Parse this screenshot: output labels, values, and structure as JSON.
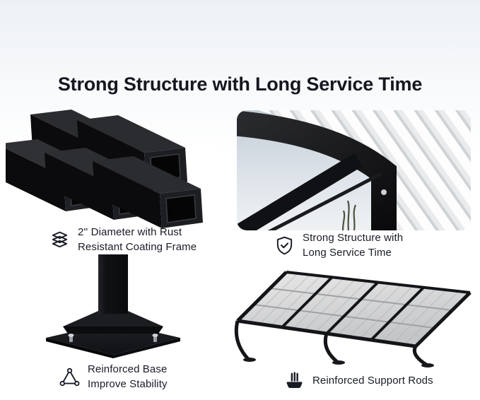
{
  "title": "Strong Structure with Long Service Time",
  "features": [
    {
      "id": "frame",
      "icon": "layers-icon",
      "lines": [
        "2'' Diameter with Rust",
        "Resistant Coating Frame"
      ]
    },
    {
      "id": "structure",
      "icon": "shield-check-icon",
      "lines": [
        "Strong Structure with",
        "Long Service Time"
      ]
    },
    {
      "id": "base",
      "icon": "triangle-nodes-icon",
      "lines": [
        "Reinforced Base",
        "Improve Stability"
      ]
    },
    {
      "id": "rods",
      "icon": "hand-rods-icon",
      "lines": [
        "Reinforced Support Rods"
      ]
    }
  ],
  "colors": {
    "title_text": "#14171f",
    "caption_text": "#191c26",
    "background_top": "#edf1f5",
    "background_bottom": "#ffffff",
    "frame_black": "#0c0c0e",
    "sky": "#c9d2da",
    "roof_white": "#fdfdfd"
  }
}
